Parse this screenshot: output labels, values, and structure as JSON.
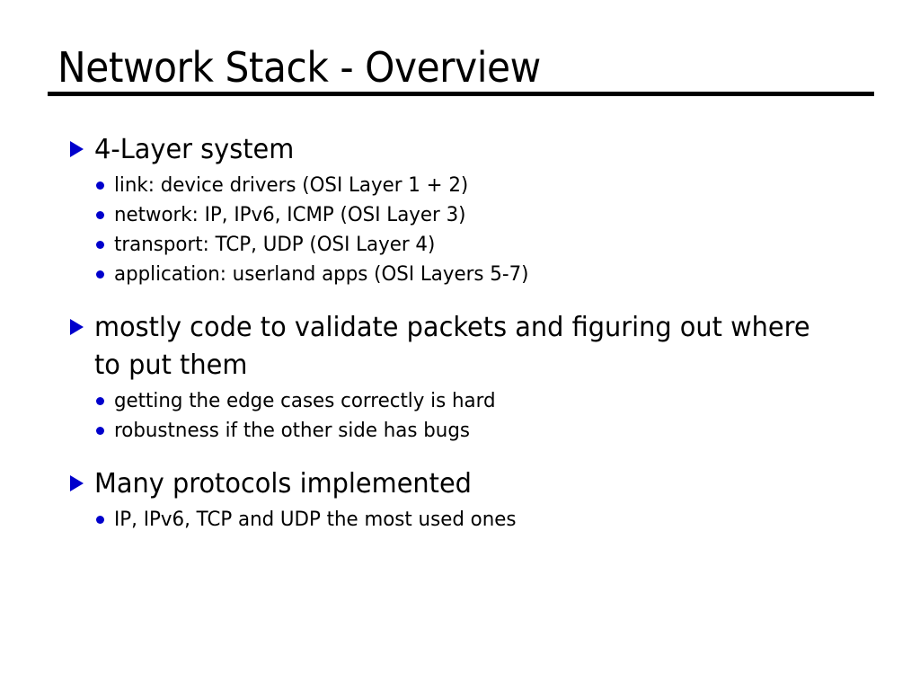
{
  "slide": {
    "title": "Network Stack - Overview",
    "theme": {
      "background": "#ffffff",
      "text_color": "#000000",
      "bullet_color": "#0000cc",
      "rule_color": "#000000"
    },
    "groups": [
      {
        "heading": "4-Layer system",
        "items": [
          "link: device drivers (OSI Layer 1 + 2)",
          "network: IP, IPv6, ICMP (OSI Layer 3)",
          "transport: TCP, UDP (OSI Layer 4)",
          "application: userland apps (OSI Layers 5-7)"
        ]
      },
      {
        "heading": "mostly code to validate packets and figuring out where to put them",
        "items": [
          "getting the edge cases correctly is hard",
          "robustness if the other side has bugs"
        ]
      },
      {
        "heading": "Many protocols implemented",
        "items": [
          "IP, IPv6, TCP and UDP the most used ones"
        ]
      }
    ]
  }
}
